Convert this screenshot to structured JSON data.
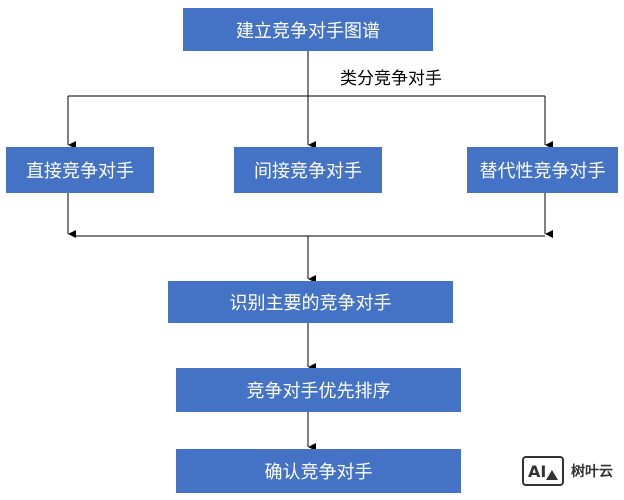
{
  "diagram": {
    "nodes": {
      "top": "建立竞争对手图谱",
      "direct": "直接竞争对手",
      "indirect": "间接竞争对手",
      "substitute": "替代性竞争对手",
      "identify": "识别主要的竞争对手",
      "prioritize": "竞争对手优先排序",
      "confirm": "确认竞争对手"
    },
    "edge_label": "类分竞争对手",
    "colors": {
      "node_fill": "#4472c4",
      "node_text": "#ffffff",
      "connector": "#000000"
    }
  },
  "watermark": {
    "logo_text": "AI",
    "text": "树叶云"
  }
}
